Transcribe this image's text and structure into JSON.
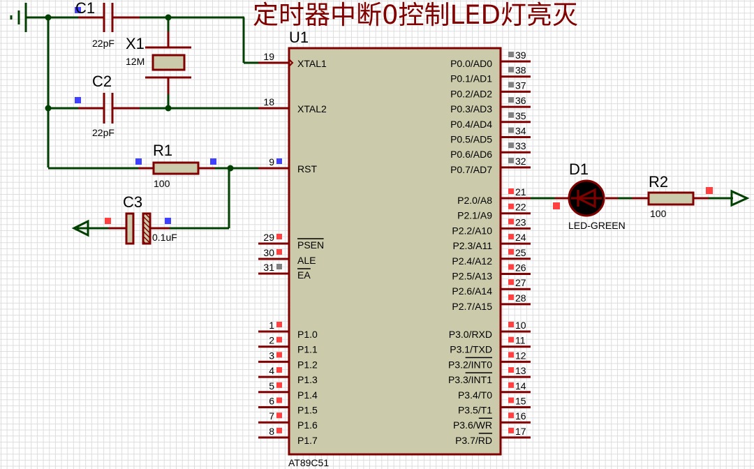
{
  "title": "定时器中断0控制LED灯亮灭",
  "colors": {
    "wire": "#004000",
    "pin": "#800000",
    "body_fill": "#cbcbab",
    "title": "#800000",
    "marker_red": "#ff4040",
    "marker_blue": "#4040ff",
    "marker_gray": "#808080"
  },
  "components": {
    "C1": {
      "ref": "C1",
      "value": "22pF"
    },
    "C2": {
      "ref": "C2",
      "value": "22pF"
    },
    "C3": {
      "ref": "C3",
      "value": "0.1uF"
    },
    "X1": {
      "ref": "X1",
      "value": "12M"
    },
    "R1": {
      "ref": "R1",
      "value": "100"
    },
    "R2": {
      "ref": "R2",
      "value": "100"
    },
    "D1": {
      "ref": "D1",
      "value": "LED-GREEN"
    },
    "U1": {
      "ref": "U1",
      "part": "AT89C51"
    }
  },
  "chip": {
    "left_pins_top": [
      {
        "num": "19",
        "name": "XTAL1",
        "marker": "none"
      },
      {
        "num": "18",
        "name": "XTAL2",
        "marker": "none"
      },
      {
        "num": "9",
        "name": "RST",
        "marker": "blue"
      }
    ],
    "left_pins_control": [
      {
        "num": "29",
        "name": "PSEN",
        "overline": true,
        "marker": "red"
      },
      {
        "num": "30",
        "name": "ALE",
        "overline": false,
        "marker": "red"
      },
      {
        "num": "31",
        "name": "EA",
        "overline": true,
        "marker": "gray"
      }
    ],
    "port1": [
      {
        "num": "1",
        "name": "P1.0"
      },
      {
        "num": "2",
        "name": "P1.1"
      },
      {
        "num": "3",
        "name": "P1.2"
      },
      {
        "num": "4",
        "name": "P1.3"
      },
      {
        "num": "5",
        "name": "P1.4"
      },
      {
        "num": "6",
        "name": "P1.5"
      },
      {
        "num": "7",
        "name": "P1.6"
      },
      {
        "num": "8",
        "name": "P1.7"
      }
    ],
    "port0": [
      {
        "num": "39",
        "name": "P0.0/AD0"
      },
      {
        "num": "38",
        "name": "P0.1/AD1"
      },
      {
        "num": "37",
        "name": "P0.2/AD2"
      },
      {
        "num": "36",
        "name": "P0.3/AD3"
      },
      {
        "num": "35",
        "name": "P0.4/AD4"
      },
      {
        "num": "34",
        "name": "P0.5/AD5"
      },
      {
        "num": "33",
        "name": "P0.6/AD6"
      },
      {
        "num": "32",
        "name": "P0.7/AD7"
      }
    ],
    "port2": [
      {
        "num": "21",
        "name": "P2.0/A8"
      },
      {
        "num": "22",
        "name": "P2.1/A9"
      },
      {
        "num": "23",
        "name": "P2.2/A10"
      },
      {
        "num": "24",
        "name": "P2.3/A11"
      },
      {
        "num": "25",
        "name": "P2.4/A12"
      },
      {
        "num": "26",
        "name": "P2.5/A13"
      },
      {
        "num": "27",
        "name": "P2.6/A14"
      },
      {
        "num": "28",
        "name": "P2.7/A15"
      }
    ],
    "port3": [
      {
        "num": "10",
        "prefix": "P3.0/",
        "alt": "RXD",
        "overline": false
      },
      {
        "num": "11",
        "prefix": "P3.1/",
        "alt": "TXD",
        "overline": false
      },
      {
        "num": "12",
        "prefix": "P3.2/",
        "alt": "INT0",
        "overline": true
      },
      {
        "num": "13",
        "prefix": "P3.3/",
        "alt": "INT1",
        "overline": true
      },
      {
        "num": "14",
        "prefix": "P3.4/",
        "alt": "T0",
        "overline": false
      },
      {
        "num": "15",
        "prefix": "P3.5/",
        "alt": "T1",
        "overline": false
      },
      {
        "num": "16",
        "prefix": "P3.6/",
        "alt": "WR",
        "overline": true
      },
      {
        "num": "17",
        "prefix": "P3.7/",
        "alt": "RD",
        "overline": true
      }
    ]
  }
}
